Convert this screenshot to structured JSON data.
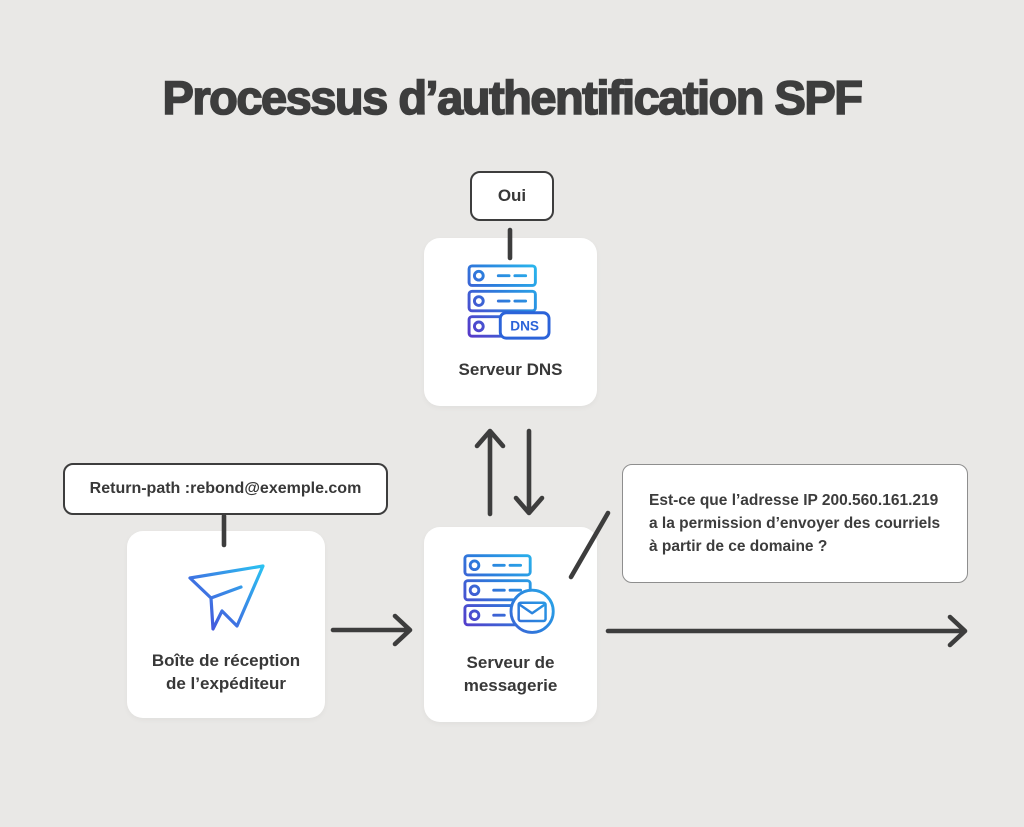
{
  "title": "Processus d’authentification SPF",
  "oui": {
    "label": "Oui"
  },
  "dns_card": {
    "label": "Serveur DNS",
    "icon": "dns-server-icon",
    "badge": "DNS"
  },
  "return_path_box": {
    "label": "Return-path :rebond@exemple.com"
  },
  "sender_card": {
    "icon": "paper-plane-icon",
    "lines": [
      "Boîte de réception",
      "de l’expéditeur"
    ]
  },
  "mail_card": {
    "icon": "mail-server-icon",
    "lines": [
      "Serveur de",
      "messagerie"
    ]
  },
  "question_box": {
    "lines": [
      "Est-ce que l’adresse IP 200.560.161.219",
      "a la permission d’envoyer des courriels",
      "à partir de ce domaine ?"
    ]
  },
  "colors": {
    "background": "#e9e8e6",
    "ink": "#3d3d3d",
    "card_bg": "#ffffff",
    "label_text": "#383838",
    "icon_gradient_start": "#5b32c7",
    "icon_gradient_mid": "#2b7fdd",
    "icon_gradient_end": "#29c9f2",
    "plane_gradient_start": "#4b3ed8",
    "plane_gradient_end": "#2ac6f2",
    "dns_badge_blue": "#2b63d9",
    "question_border": "#8e8e8e"
  }
}
